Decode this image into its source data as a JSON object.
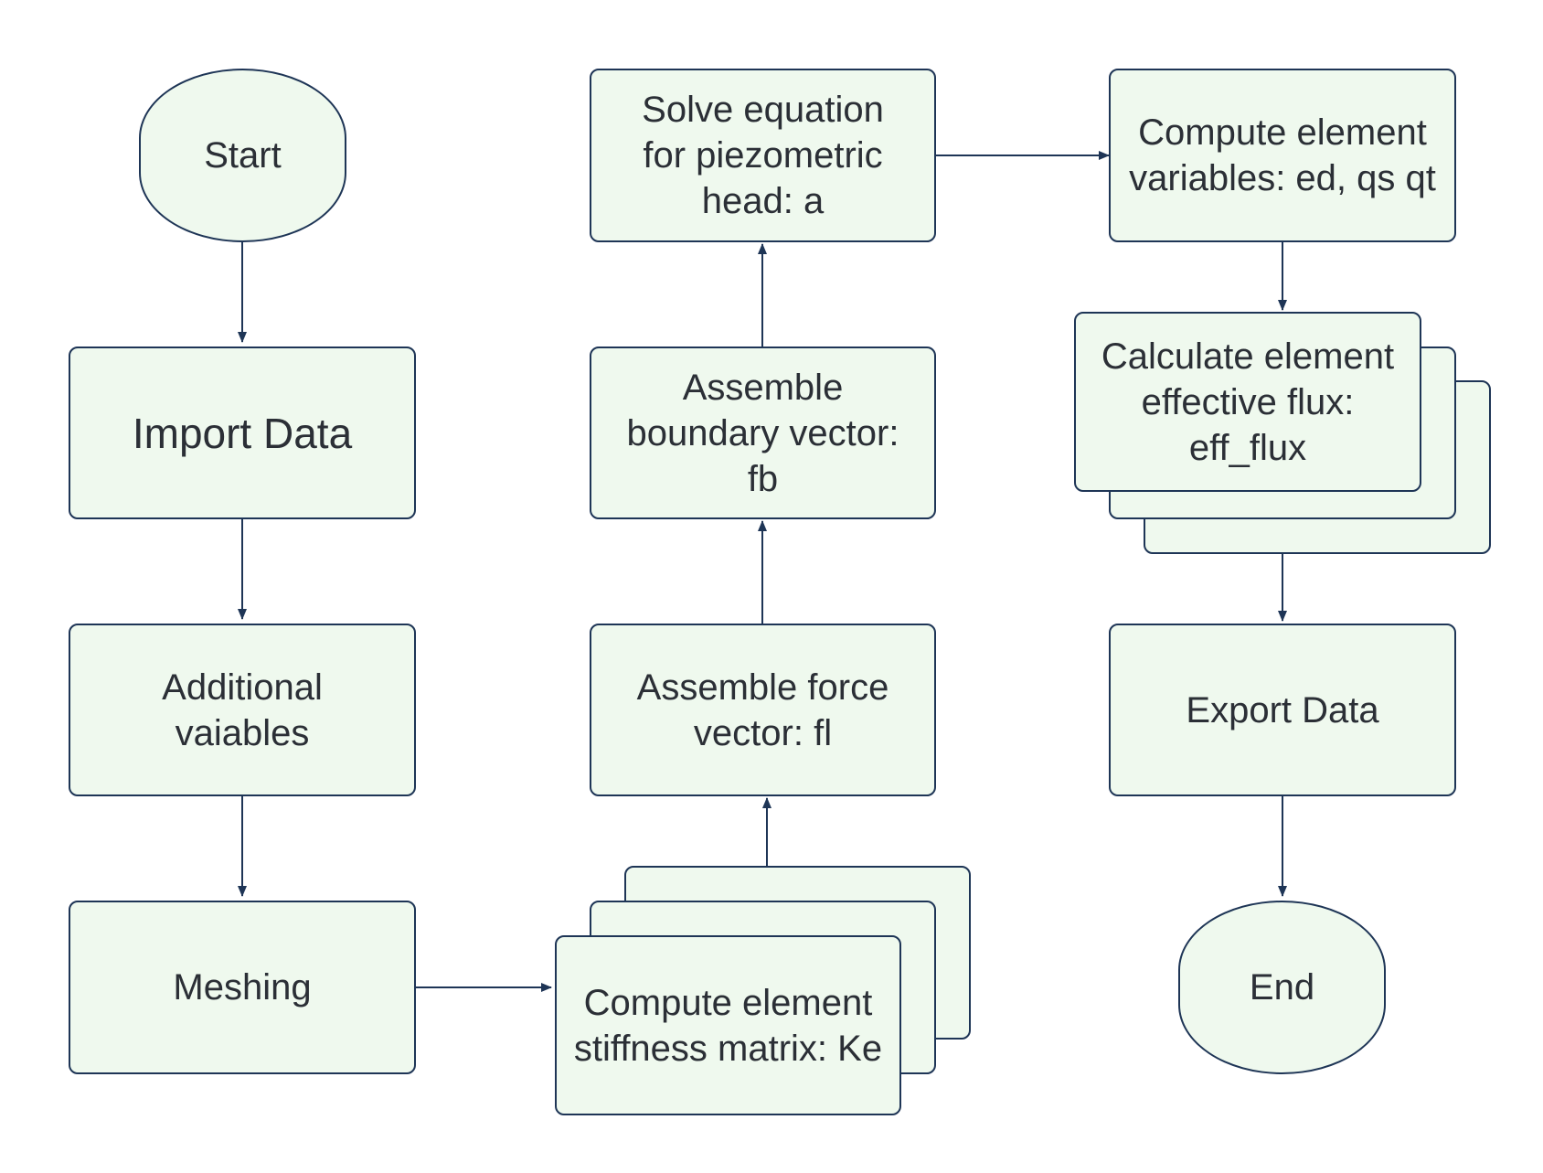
{
  "nodes": {
    "start": "Start",
    "import_data": "Import Data",
    "additional_variables": "Additional vaiables",
    "meshing": "Meshing",
    "compute_stiffness": "Compute element stiffness matrix: Ke",
    "assemble_force": "Assemble force vector: fl",
    "assemble_boundary": "Assemble boundary vector: fb",
    "solve_equation": "Solve equation for piezometric head: a",
    "compute_variables": "Compute element variables: ed, qs qt",
    "calculate_flux": "Calculate element effective flux: eff_flux",
    "export_data": "Export Data",
    "end": "End"
  },
  "colors": {
    "node_fill": "#eff9ee",
    "stroke": "#1e3556",
    "text": "#2b2f36"
  }
}
